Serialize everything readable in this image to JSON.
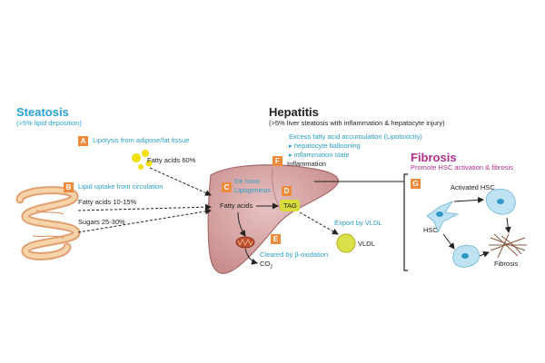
{
  "steatosis": {
    "title": "Steatosis",
    "subtitle": "(>5% lipid deposition)"
  },
  "hepatitis": {
    "title": "Hepatitis",
    "subtitle": "(>5% liver steatosis with inflammation & hepatocyte injury)",
    "lipotoxicity": "Excess fatty acid accumulation (Lipotoxicity)",
    "bullet1": "▸ hepatocyte ballooning",
    "bullet2": "▸ inflammation state",
    "inflammation": "Inflammation"
  },
  "fibrosis": {
    "title": "Fibrosis",
    "subtitle": "Promote HSC activation & fibrosis",
    "activated_hsc": "Activated HSC",
    "hsc": "HSC",
    "fibrosis_label": "Fibrosis"
  },
  "badges": {
    "a": "A",
    "b": "B",
    "c": "C",
    "d": "D",
    "e": "E",
    "f": "F",
    "g": "G"
  },
  "labels": {
    "lipolysis": "Lipolysis from adipose/fat tissue",
    "fatty_acids_60": "Fatty acids 60%",
    "lipid_uptake": "Lipid uptake from circulation",
    "fatty_acids_10_15": "Fatty acids 10-15%",
    "sugars": "Sugars 25-30%",
    "de_novo": "De novo",
    "lipogenesis": "Lipogenesis",
    "fatty_acids": "Fatty acids",
    "tag": "TAG",
    "export_vldl": "Export by VLDL",
    "vldl": "VLDL",
    "cleared": "Cleared by β-oxidation",
    "co2": "CO",
    "co2_sub": "2"
  },
  "colors": {
    "badge": "#ef8a3c",
    "blue_text": "#29a3d6",
    "fibrosis_title": "#b0308c",
    "liver": "#cf9a9a",
    "liver_stroke": "#a56a6a",
    "tag": "#d9dd3a",
    "vldl": "#d9e04a",
    "fat_droplet": "#f4e000",
    "intestine": "#f2c08c"
  }
}
